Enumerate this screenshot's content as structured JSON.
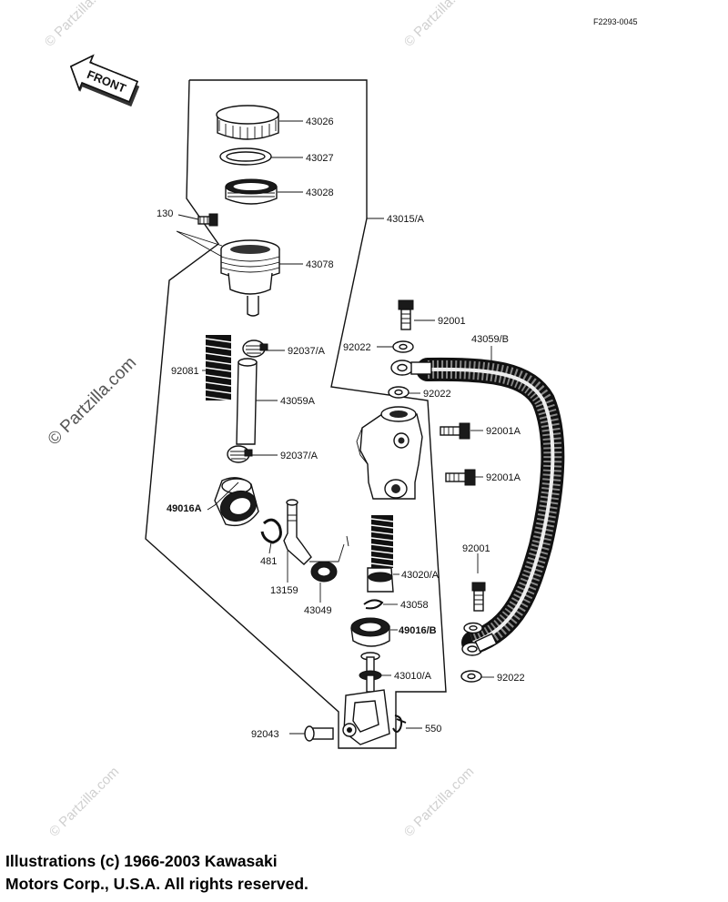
{
  "figure_code": "F2293-0045",
  "front_label": "FRONT",
  "watermark_text": "© Partzilla.com",
  "colors": {
    "ink": "#111111",
    "watermark": "#d0d0d0",
    "background": "#ffffff"
  },
  "parts": {
    "p43026": "43026",
    "p43027": "43027",
    "p43028": "43028",
    "p130": "130",
    "p43015a": "43015/A",
    "p43078": "43078",
    "p92001_top": "92001",
    "p92022_top": "92022",
    "p43059b": "43059/B",
    "p92081": "92081",
    "p92037a_top": "92037/A",
    "p92022_mid": "92022",
    "p43059a": "43059A",
    "p92001a_1": "92001A",
    "p92037a_bot": "92037/A",
    "p92001a_2": "92001A",
    "p49016a": "49016A",
    "p481": "481",
    "p92001_low": "92001",
    "p43020a": "43020/A",
    "p13159": "13159",
    "p43049": "43049",
    "p43058": "43058",
    "p49016b": "49016/B",
    "p43010a": "43010/A",
    "p92022_low": "92022",
    "p92043": "92043",
    "p550": "550"
  },
  "copyright": {
    "line1": "Illustrations (c) 1966-2003 Kawasaki",
    "line2": "Motors Corp., U.S.A.  All rights reserved."
  }
}
